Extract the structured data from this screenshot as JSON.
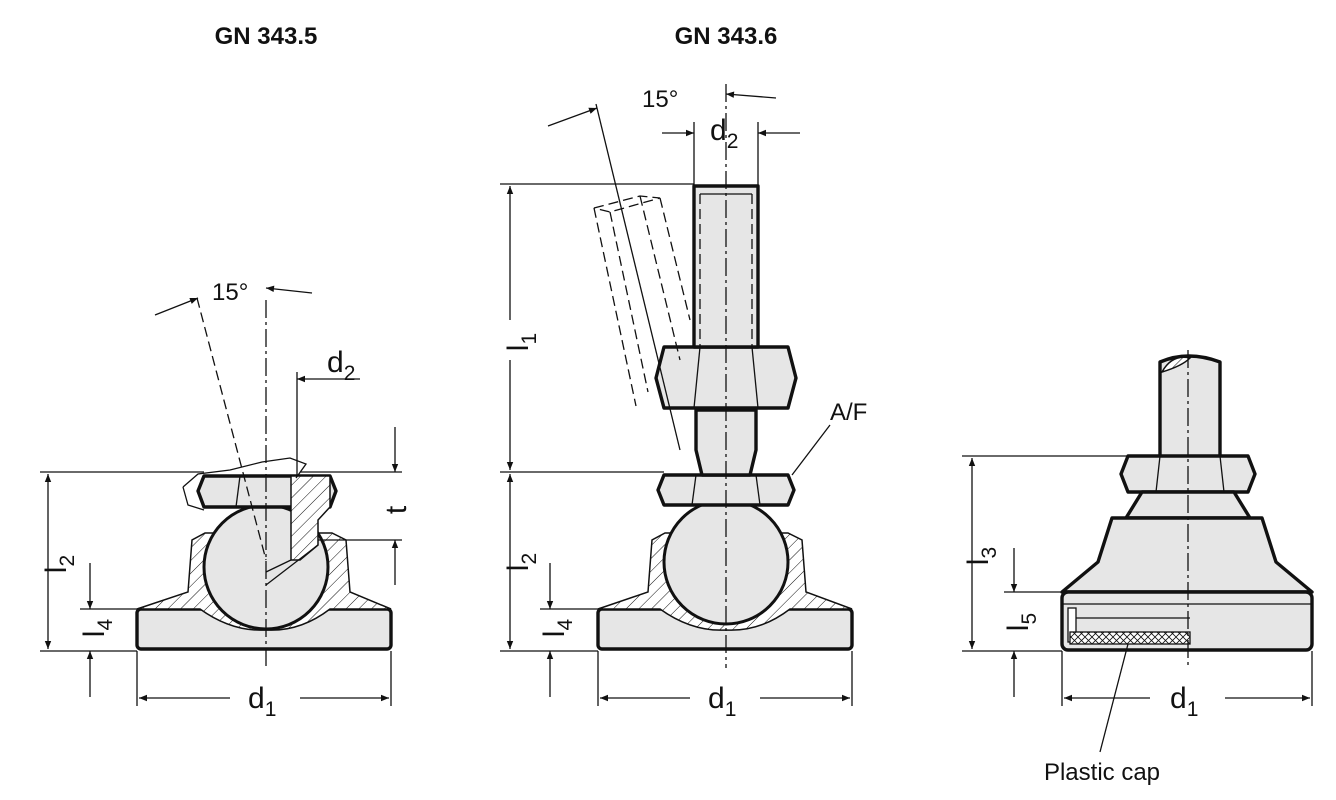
{
  "views": [
    {
      "title": "GN 343.5",
      "angle": "15°",
      "labels": {
        "d2": "d",
        "d2_sub": "2",
        "t": "t",
        "l2": "l",
        "l2_sub": "2",
        "l4": "l",
        "l4_sub": "4",
        "d1": "d",
        "d1_sub": "1"
      }
    },
    {
      "title": "GN 343.6",
      "angle": "15°",
      "labels": {
        "d2": "d",
        "d2_sub": "2",
        "l1": "l",
        "l1_sub": "1",
        "af": "A/F",
        "l2": "l",
        "l2_sub": "2",
        "l4": "l",
        "l4_sub": "4",
        "d1": "d",
        "d1_sub": "1"
      }
    },
    {
      "title": "",
      "labels": {
        "l3": "l",
        "l3_sub": "3",
        "l5": "l",
        "l5_sub": "5",
        "d1": "d",
        "d1_sub": "1",
        "cap": "Plastic cap"
      }
    }
  ]
}
